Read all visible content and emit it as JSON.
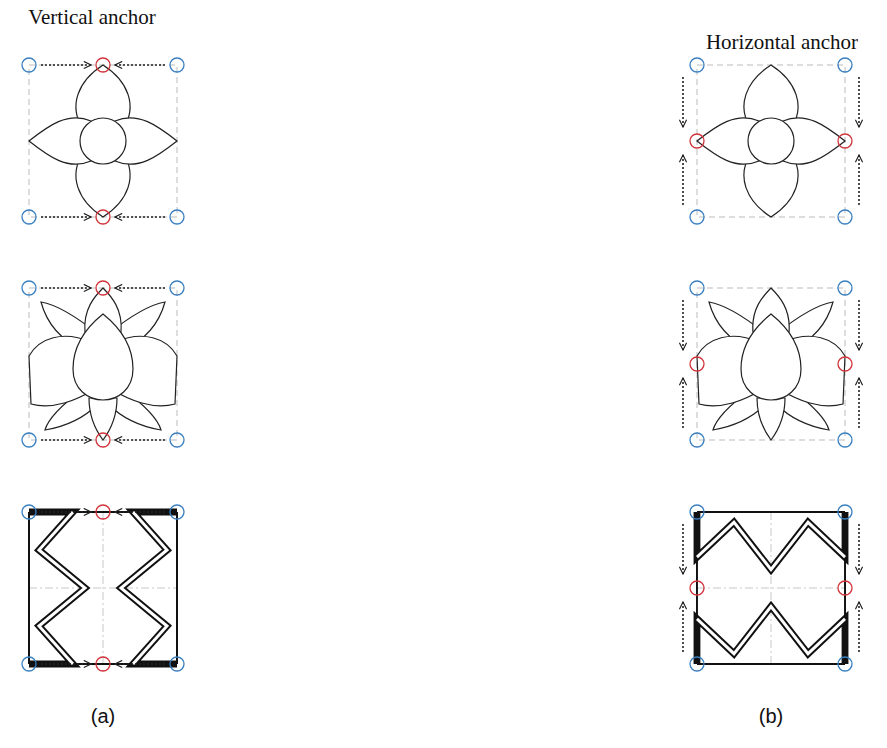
{
  "diagram": {
    "labels": [
      "Vertical anchor",
      "Horizontal anchor",
      "(a)",
      "(b)"
    ]
  }
}
